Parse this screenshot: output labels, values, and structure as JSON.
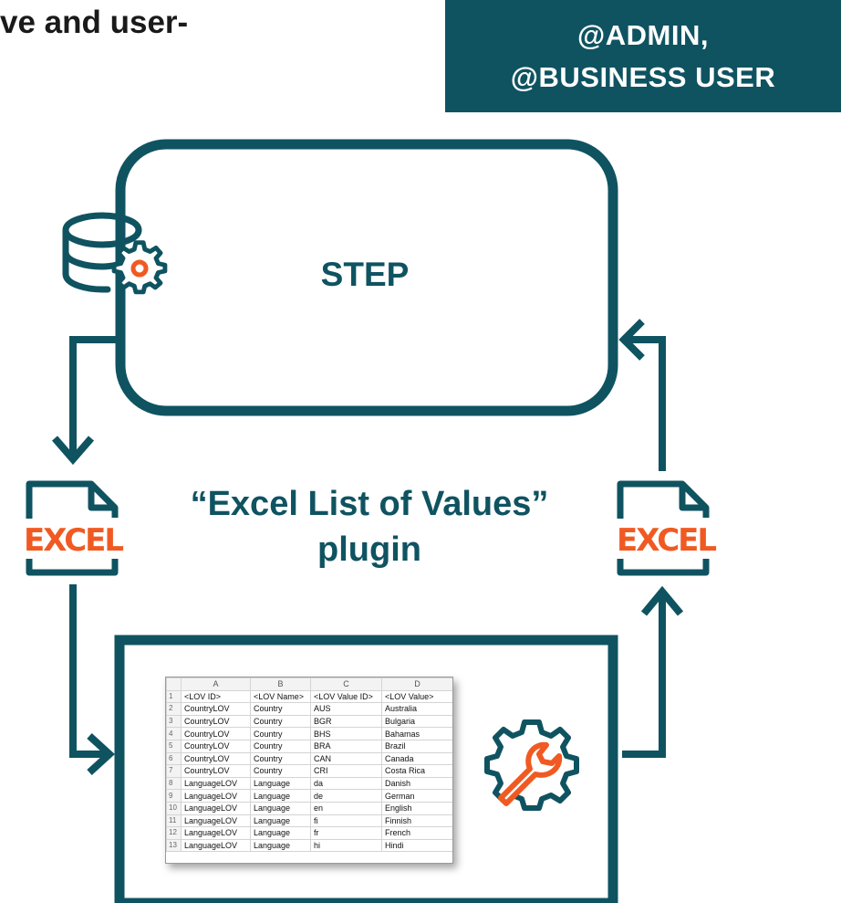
{
  "heading": "ve and user-",
  "roles": {
    "line1": "@ADMIN,",
    "line2": "@BUSINESS USER"
  },
  "step": {
    "label": "STEP"
  },
  "plugin": {
    "line1": "“Excel List of Values”",
    "line2": "plugin"
  },
  "excel_icons": {
    "left_label": "EXCEL",
    "right_label": "EXCEL"
  },
  "icons": {
    "database": "database-gear-icon",
    "file_left": "excel-file-icon",
    "file_right": "excel-file-icon",
    "tool": "wrench-gear-icon",
    "arrows": [
      "arrow-down-icon",
      "arrow-right-icon",
      "arrow-up-icon"
    ]
  },
  "colors": {
    "primary": "#0f5361",
    "accent": "#f05a22",
    "heading": "#1a1a1a"
  },
  "spreadsheet": {
    "columns": [
      "A",
      "B",
      "C",
      "D"
    ],
    "rows": [
      [
        "1",
        "<LOV ID>",
        "<LOV Name>",
        "<LOV Value ID>",
        "<LOV Value>"
      ],
      [
        "2",
        "CountryLOV",
        "Country",
        "AUS",
        "Australia"
      ],
      [
        "3",
        "CountryLOV",
        "Country",
        "BGR",
        "Bulgaria"
      ],
      [
        "4",
        "CountryLOV",
        "Country",
        "BHS",
        "Bahamas"
      ],
      [
        "5",
        "CountryLOV",
        "Country",
        "BRA",
        "Brazil"
      ],
      [
        "6",
        "CountryLOV",
        "Country",
        "CAN",
        "Canada"
      ],
      [
        "7",
        "CountryLOV",
        "Country",
        "CRI",
        "Costa Rica"
      ],
      [
        "8",
        "LanguageLOV",
        "Language",
        "da",
        "Danish"
      ],
      [
        "9",
        "LanguageLOV",
        "Language",
        "de",
        "German"
      ],
      [
        "10",
        "LanguageLOV",
        "Language",
        "en",
        "English"
      ],
      [
        "11",
        "LanguageLOV",
        "Language",
        "fi",
        "Finnish"
      ],
      [
        "12",
        "LanguageLOV",
        "Language",
        "fr",
        "French"
      ],
      [
        "13",
        "LanguageLOV",
        "Language",
        "hi",
        "Hindi"
      ]
    ]
  }
}
